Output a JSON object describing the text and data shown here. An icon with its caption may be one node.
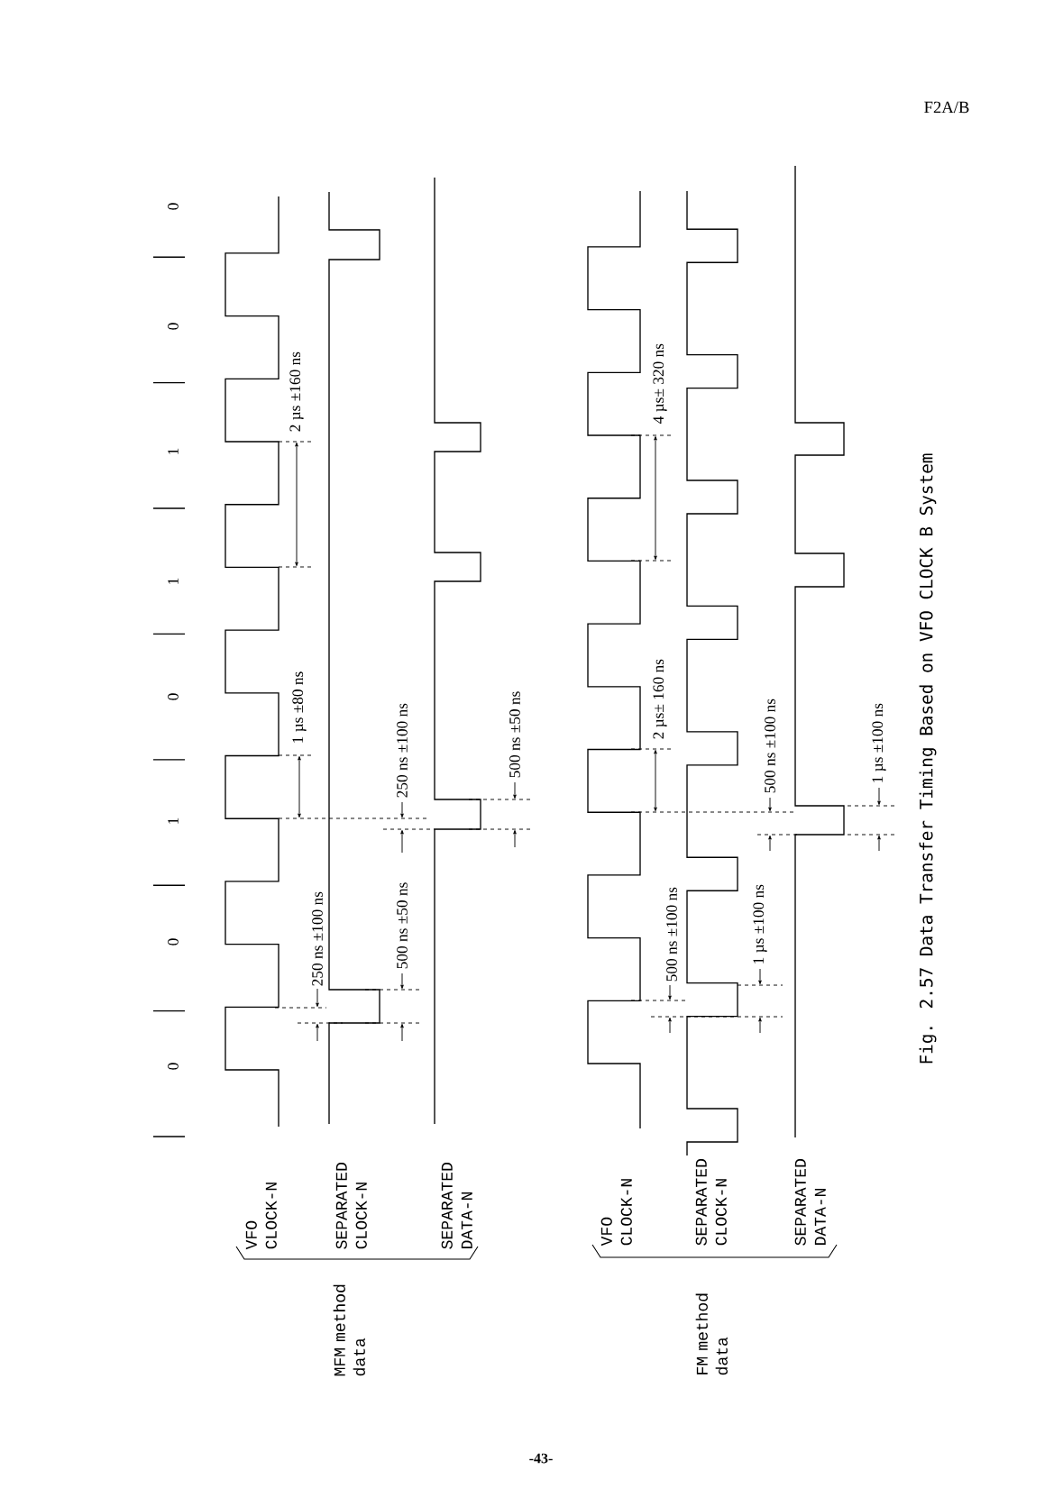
{
  "diagram": {
    "caption": "Fig. 2.57 Data Transfer Timing Based on VFO CLOCK B System",
    "labels": [
      "F2A/B",
      "0",
      "0",
      "1",
      "0",
      "1",
      "1",
      "0",
      "0",
      "250 ns ±100 ns",
      "500 ns ±50 ns",
      "250 ns ±100 ns",
      "1 µs ±80 ns",
      "2 µs ±160 ns",
      "500 ns ±50 ns",
      "VFO CLOCK-N",
      "SEPARATED CLOCK-N",
      "SEPARATED DATA-N",
      "MFM method data",
      "500 ns ±100 ns",
      "1 µs ±100 ns",
      "4 µs± 320 ns",
      "2 µs± 160 ns",
      "500 ns ±100 ns",
      "1 µs ±100 ns",
      "VFO CLOCK-N",
      "SEPARATED CLOCK-N",
      "SEPARATED DATA-N",
      "FM method data",
      "-43-"
    ]
  }
}
